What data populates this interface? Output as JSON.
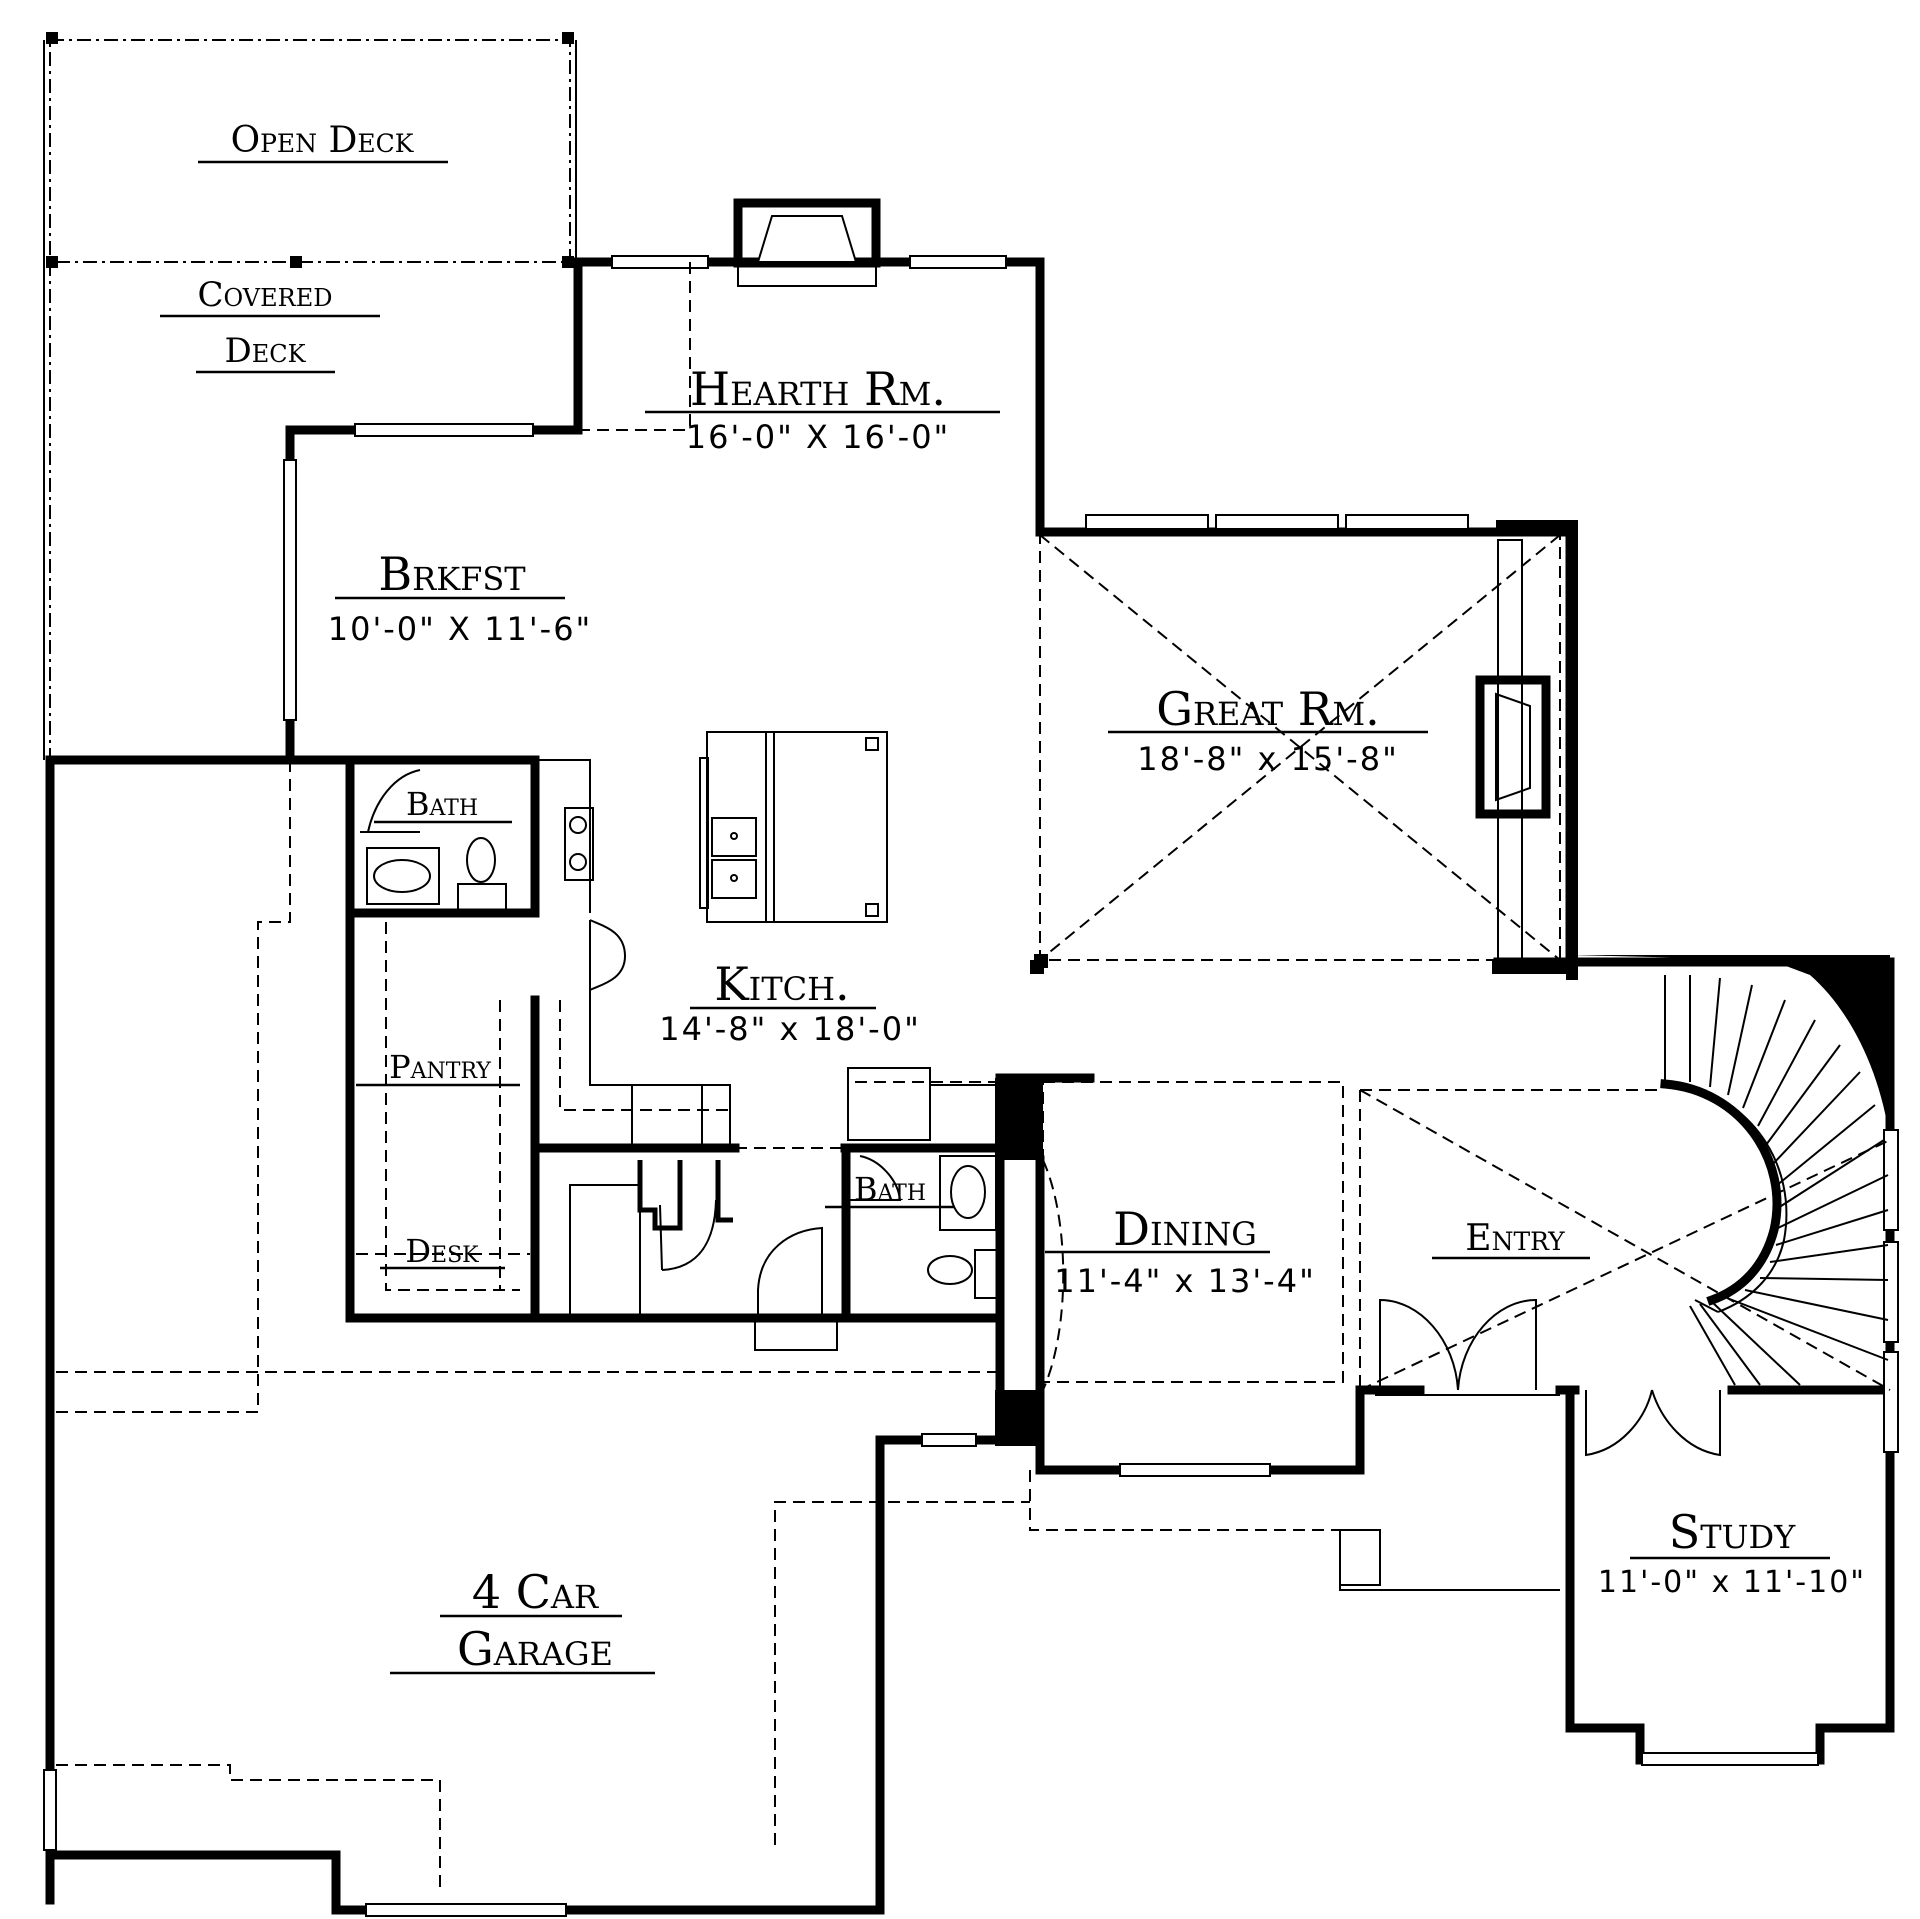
{
  "plan": {
    "rooms": {
      "open_deck": {
        "name": "Open Deck"
      },
      "covered_deck": {
        "name_line1": "Covered",
        "name_line2": "Deck"
      },
      "hearth": {
        "name": "Hearth Rm.",
        "size": "16'-0\" X 16'-0\""
      },
      "brkfst": {
        "name": "Brkfst",
        "size": "10'-0\" X 11'-6\""
      },
      "great": {
        "name": "Great Rm.",
        "size": "18'-8\" x 15'-8\""
      },
      "bath_upper": {
        "name": "Bath"
      },
      "kitch": {
        "name": "Kitch.",
        "size": "14'-8\" x 18'-0\""
      },
      "pantry": {
        "name": "Pantry"
      },
      "desk": {
        "name": "Desk"
      },
      "bath_lower": {
        "name": "Bath"
      },
      "dining": {
        "name": "Dining",
        "size": "11'-4\" x 13'-4\""
      },
      "entry": {
        "name": "Entry"
      },
      "study": {
        "name": "Study",
        "size": "11'-0\" x 11'-10\""
      },
      "garage": {
        "name_line1": "4 Car",
        "name_line2": "Garage"
      }
    }
  }
}
